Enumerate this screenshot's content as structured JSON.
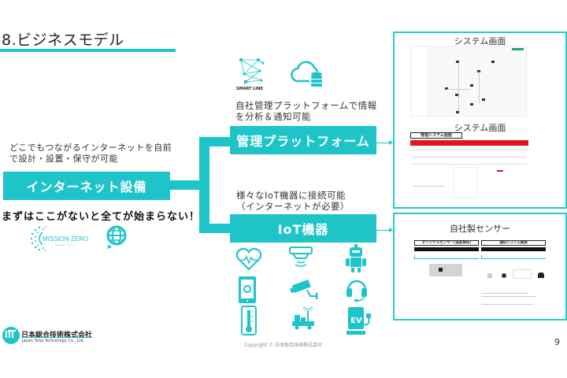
{
  "slide": {
    "title": "8.ビジネスモデル",
    "page_number": "9",
    "copyright": "Copyright © 日本総合技術株式会社"
  },
  "internet": {
    "description_line1": "どこでもつながるインターネットを自前",
    "description_line2": "で設計・設置・保守が可能",
    "bar_label": "インターネット設備",
    "emphasis": "まずはここがないと全てが始まらない！",
    "logos": [
      {
        "name": "mission-zero-logo",
        "text": "MISSION ZERO"
      },
      {
        "name": "globe-icon",
        "text": ""
      }
    ]
  },
  "platform": {
    "logo_text": "SMART LINE",
    "description_line1": "自社管理プラットフォームで情報",
    "description_line2": "を分析＆通知可能",
    "bar_label": "管理プラットフォーム"
  },
  "iot": {
    "description_line1": "様々なIoT機器に接続可能",
    "description_line2": "（インターネットが必要）",
    "bar_label": "IoT機器",
    "devices": [
      "heart-monitor-icon",
      "ceiling-sensor-icon",
      "robot-icon",
      "tablet-icon",
      "security-camera-icon",
      "headset-icon",
      "thermometer-icon",
      "delivery-vehicle-icon",
      "ev-charger-icon"
    ]
  },
  "panels": {
    "system_screen_1_title": "システム画面",
    "system_screen_2_title": "システム画面",
    "admin_label": "管理システム画面",
    "sensor_title": "自社製センサー",
    "sensor_left_label": "オリジナルセンサー(温度検知)",
    "sensor_right_label": "通知システム概要"
  },
  "company": {
    "name_jp": "日本総合技術株式会社",
    "name_en": "Japan Total Technology Co., Ltd."
  },
  "colors": {
    "accent": "#1fc4c9",
    "admin_red": "#e0161e"
  }
}
